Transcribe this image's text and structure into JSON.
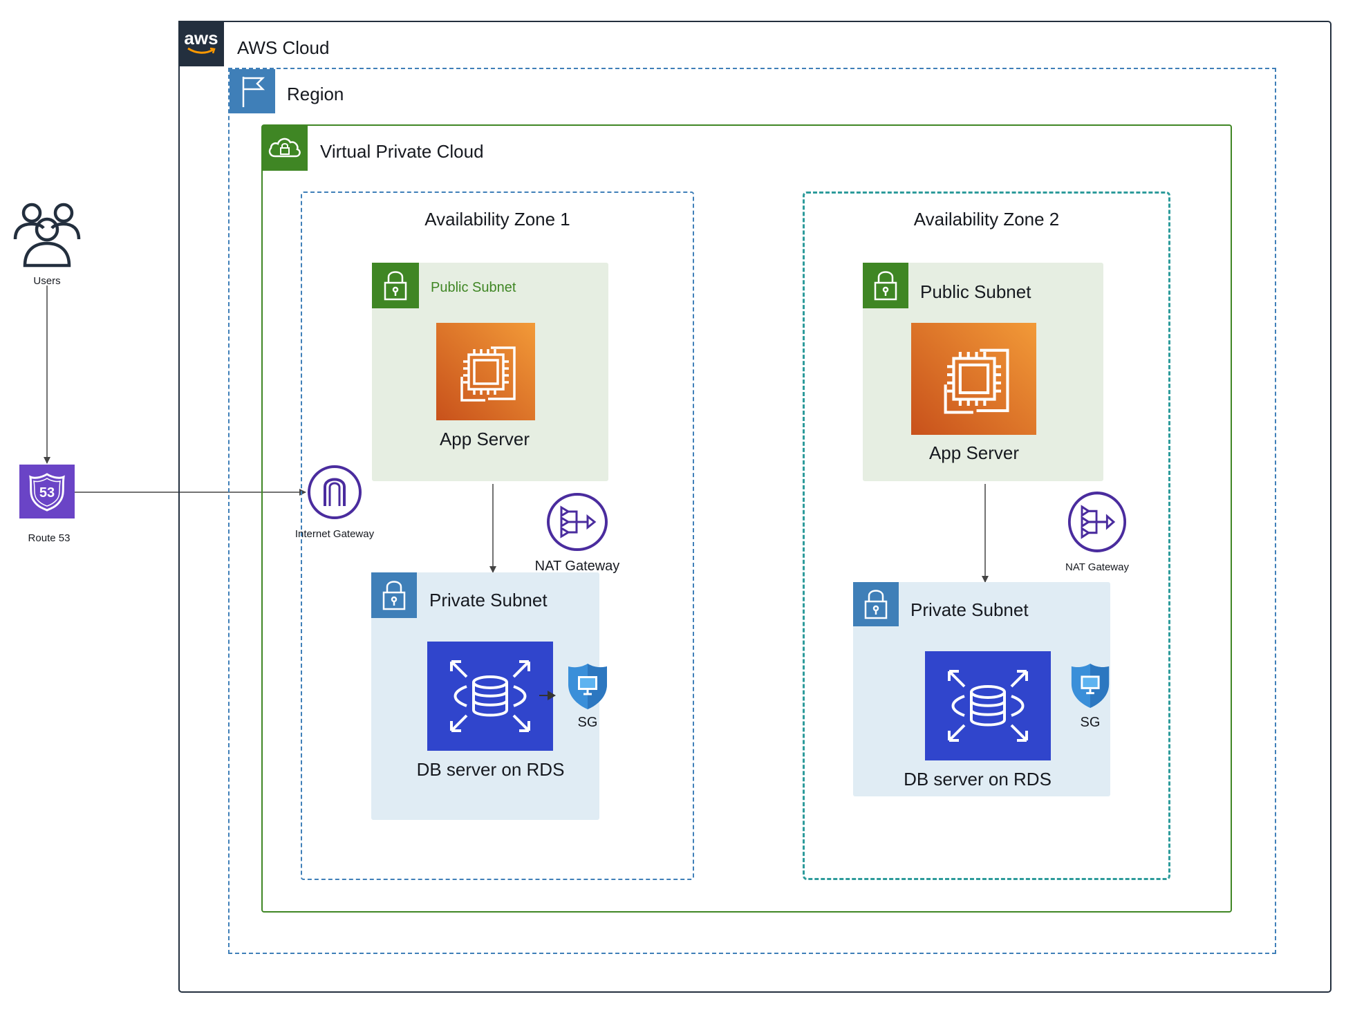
{
  "external": {
    "users_label": "Users",
    "route53_label": "Route 53",
    "route53_badge": "53"
  },
  "cloud": {
    "title": "AWS Cloud",
    "logo_text": "aws"
  },
  "region": {
    "title": "Region"
  },
  "vpc": {
    "title": "Virtual Private Cloud"
  },
  "internet_gateway": {
    "label": "Internet Gateway"
  },
  "zones": [
    {
      "title": "Availability Zone 1",
      "public_subnet": {
        "title": "Public Subnet",
        "server_label": "App Server"
      },
      "nat_label": "NAT Gateway",
      "private_subnet": {
        "title": "Private Subnet",
        "db_label": "DB server on RDS",
        "sg_label": "SG"
      }
    },
    {
      "title": "Availability Zone 2",
      "public_subnet": {
        "title": "Public Subnet",
        "server_label": "App Server"
      },
      "nat_label": "NAT Gateway",
      "private_subnet": {
        "title": "Private Subnet",
        "db_label": "DB server on RDS",
        "sg_label": "SG"
      }
    }
  ],
  "colors": {
    "aws_dark": "#232f3e",
    "region_blue": "#3f7fb8",
    "vpc_green": "#3f8624",
    "az1_border": "#3f7fb8",
    "az2_border": "#2d9b9b",
    "public_subnet_fill": "#e6eee2",
    "private_subnet_fill": "#e0ecf4",
    "ec2_orange": "#e0742a",
    "rds_blue": "#3045cc",
    "route53_purple": "#6a44c6",
    "gateway_purple": "#4a2c9e",
    "sg_blue": "#3a8fd9",
    "connector": "#444444"
  }
}
